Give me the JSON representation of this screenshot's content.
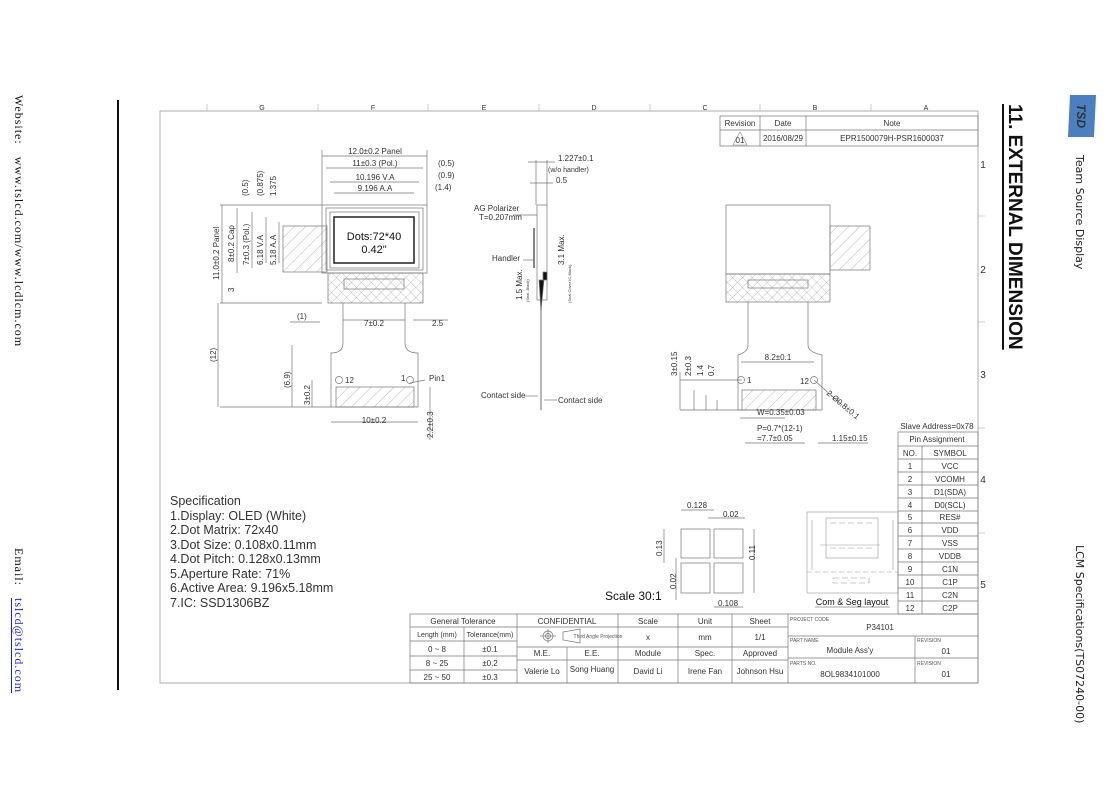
{
  "sidebar_left": {
    "website_label": "Website:",
    "website_value": "www.tslcd.com/www.lcdlcm.com",
    "email_label": "Email:",
    "email_value": "tslcd@tslcd.com"
  },
  "sidebar_right": {
    "section_title": "11. EXTERNAL DIMENSION",
    "logo_text": "TSD",
    "company": "Team Source Display",
    "doc_id": "LCM Specifications(TS07240-00)"
  },
  "grid": {
    "columns": [
      "G",
      "F",
      "E",
      "D",
      "C",
      "B",
      "A"
    ],
    "rows": [
      "1",
      "2",
      "3",
      "4",
      "5"
    ]
  },
  "revision_table": {
    "headers": [
      "Revision",
      "Date",
      "Note"
    ],
    "row": [
      "01",
      "2016/08/29",
      "EPR1500079H-PSR1600037"
    ]
  },
  "pin_table": {
    "slave_address": "Slave Address=0x78",
    "title": "Pin Assignment",
    "headers": [
      "NO.",
      "SYMBOL"
    ],
    "rows": [
      [
        "1",
        "VCC"
      ],
      [
        "2",
        "VCOMH"
      ],
      [
        "3",
        "D1(SDA)"
      ],
      [
        "4",
        "D0(SCL)"
      ],
      [
        "5",
        "RES#"
      ],
      [
        "6",
        "VDD"
      ],
      [
        "7",
        "VSS"
      ],
      [
        "8",
        "VDDB"
      ],
      [
        "9",
        "C1N"
      ],
      [
        "10",
        "C1P"
      ],
      [
        "11",
        "C2N"
      ],
      [
        "12",
        "C2P"
      ]
    ]
  },
  "specification": {
    "title": "Specification",
    "items": [
      "1.Display: OLED (White)",
      "2.Dot Matrix: 72x40",
      "3.Dot Size: 0.108x0.11mm",
      "4.Dot Pitch: 0.128x0.13mm",
      "5.Aperture Rate: 71%",
      "6.Active Area: 9.196x5.18mm",
      "7.IC: SSD1306BZ"
    ]
  },
  "drawing": {
    "labels": [
      "12.0±0.2 Panel",
      "11±0.3 (Pol.)",
      "10.196 V.A",
      "9.196 A.A",
      "(0.5)",
      "(0.9)",
      "(1.4)",
      "(0.5)",
      "(0.875)",
      "1.375",
      "11.0±0.2 Panel",
      "8±0.2 Cap",
      "7±0.3 (Pol.)",
      "6.18 V.A",
      "5.18 A.A",
      "Dots:72*40",
      "0.42\"",
      "3",
      "(1)",
      "7±0.2",
      "2.5",
      "(12)",
      "(6.9)",
      "3±0.2",
      "12",
      "1",
      "Pin1",
      "10±0.2",
      "2.2±0.3",
      "1.227±0.1",
      "(w/o handler)",
      "0.5",
      "AG Polarizer",
      "T=0.207mm",
      "Handler",
      "1.5 Max.",
      "(Seal ,Black)",
      "3.1 Max.",
      "(Seal Cover IC,Black)",
      "Contact side",
      "Contact side",
      "3±0.15",
      "2±0.3",
      "1.4",
      "0.7",
      "8.2±0.1",
      "1",
      "12",
      "2-Ø0.8±0.1",
      "W=0.35±0.03",
      "P=0.7*(12-1)",
      "=7.7±0.05",
      "1.15±0.15",
      "0.128",
      "0.02",
      "0.13",
      "0.11",
      "0.02",
      "0.108",
      "Scale 30:1",
      "Com & Seg layout"
    ]
  },
  "title_block": {
    "general_tolerance": "General Tolerance",
    "tol_headers": [
      "Length (mm)",
      "Tolerance(mm)"
    ],
    "tol_rows": [
      [
        "0 ~ 8",
        "±0.1"
      ],
      [
        "8 ~ 25",
        "±0.2"
      ],
      [
        "25 ~ 50",
        "±0.3"
      ]
    ],
    "confidential": "CONFIDENTIAL",
    "projection": "Third Angle Projection",
    "headers": [
      "Scale",
      "Unit",
      "Sheet"
    ],
    "values": [
      "x",
      "mm",
      "1/1"
    ],
    "roles": [
      "M.E.",
      "E.E.",
      "Module",
      "Spec.",
      "Approved"
    ],
    "names": [
      "Valerie Lo",
      "Song Huang",
      "David Li",
      "Irene Fan",
      "Johnson Hsu"
    ],
    "project_code_label": "PROJECT CODE",
    "project_code": "P34101",
    "part_name_label": "PART NAME",
    "part_name": "Module Ass'y",
    "parts_no_label": "PARTS NO.",
    "parts_no": "8OL9834101000",
    "revision_label": "REVISION",
    "revision_1": "01",
    "revision_2": "01"
  }
}
